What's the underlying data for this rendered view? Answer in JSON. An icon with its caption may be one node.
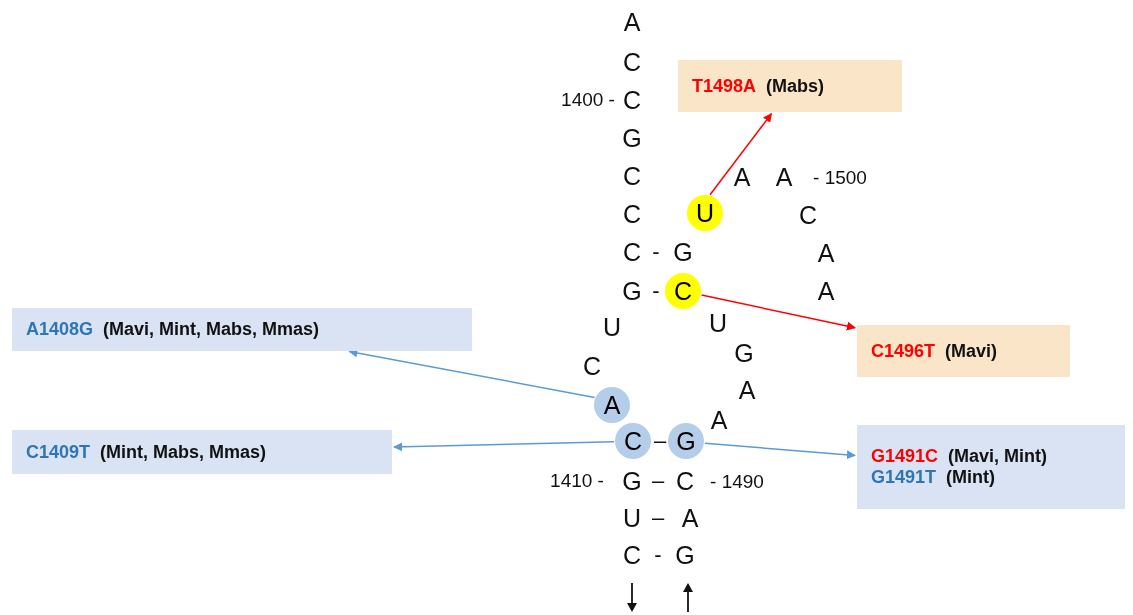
{
  "diagram": {
    "nodes": [
      {
        "text": [
          "T1498A",
          "(Mabs)"
        ]
      },
      {
        "text": [
          "U"
        ]
      },
      {
        "text": [
          "C"
        ]
      },
      {
        "text": [
          "A1408G",
          "(Mavi, Mint, Mabs, Mmas)"
        ]
      },
      {
        "text": [
          "C1496T",
          "(Mavi)"
        ]
      },
      {
        "text": [
          "A"
        ]
      },
      {
        "text": [
          "C1409T",
          "(Mint, Mabs, Mmas)"
        ]
      },
      {
        "text": [
          "C"
        ]
      },
      {
        "text": [
          "G"
        ]
      },
      {
        "text": [
          "G1491C",
          "(Mavi, Mint)",
          "G1491T",
          "(Mint)"
        ]
      }
    ],
    "edges": [
      {
        "from": 1,
        "to": 0,
        "arrow": "to",
        "color": "#ff0000"
      },
      {
        "from": 2,
        "to": 4,
        "arrow": "to",
        "color": "#ff0000"
      },
      {
        "from": 5,
        "to": 3,
        "arrow": "to"
      },
      {
        "from": 7,
        "to": 6,
        "arrow": "to"
      },
      {
        "from": 8,
        "to": 9,
        "arrow": "to"
      }
    ],
    "labels": [
      "A",
      "C",
      "1400 -",
      "C",
      "G",
      "C",
      "A",
      "A",
      "- 1500",
      "C",
      "C",
      "C",
      "-",
      "G",
      "A",
      "G",
      "-",
      "A",
      "U",
      "U",
      "G",
      "C",
      "A",
      "A",
      "–",
      "1410 -",
      "G",
      "–",
      "C",
      "- 1490",
      "U",
      "–",
      "A",
      "C",
      "-",
      "G"
    ]
  }
}
